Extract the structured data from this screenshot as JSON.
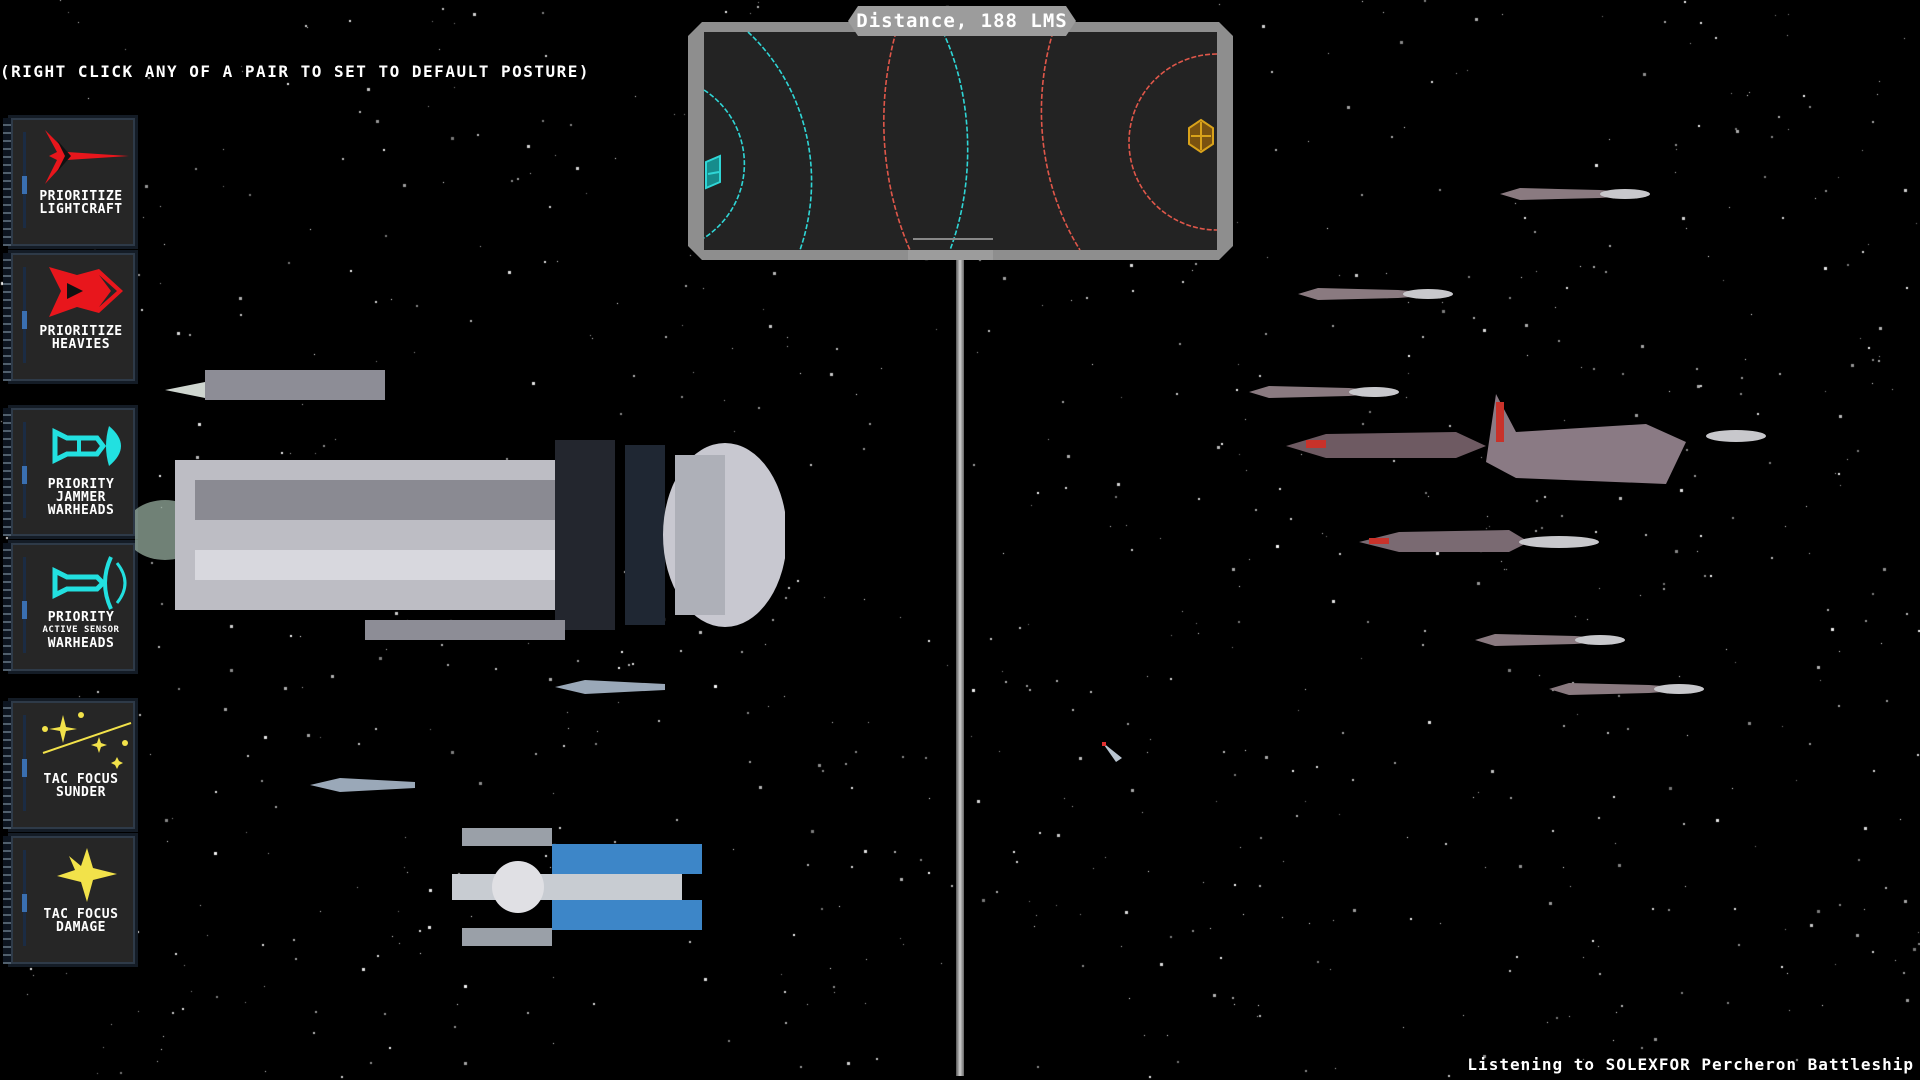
{
  "hint_text": "(RIGHT CLICK ANY OF A PAIR TO SET TO DEFAULT POSTURE)",
  "tactics_buttons": [
    {
      "label_lines": [
        "PRIORITIZE",
        "LIGHTCRAFT"
      ],
      "icon": "lightcraft-icon",
      "color": "#e8161c"
    },
    {
      "label_lines": [
        "PRIORITIZE",
        "HEAVIES"
      ],
      "icon": "heavy-ship-icon",
      "color": "#e8161c"
    },
    {
      "label_lines": [
        "PRIORITY",
        "JAMMER",
        "WARHEADS"
      ],
      "icon": "jammer-warhead-icon",
      "color": "#22e0e0"
    },
    {
      "label_lines": [
        "PRIORITY",
        "ACTIVE SENSOR",
        "WARHEADS"
      ],
      "icon": "sensor-warhead-icon",
      "color": "#22e0e0"
    },
    {
      "label_lines": [
        "TAC FOCUS",
        "SUNDER"
      ],
      "icon": "sunder-stars-icon",
      "color": "#f2e24a"
    },
    {
      "label_lines": [
        "TAC FOCUS",
        "DAMAGE"
      ],
      "icon": "damage-burst-icon",
      "color": "#f2e24a"
    }
  ],
  "distance_panel": {
    "title": "Distance, 188 LMS",
    "friendly_color": "#2fd6d6",
    "enemy_color": "#e0574a",
    "enemy_marker_color": "#d9a21a"
  },
  "status_text": "Listening to SOLEXFOR Percheron Battleship"
}
